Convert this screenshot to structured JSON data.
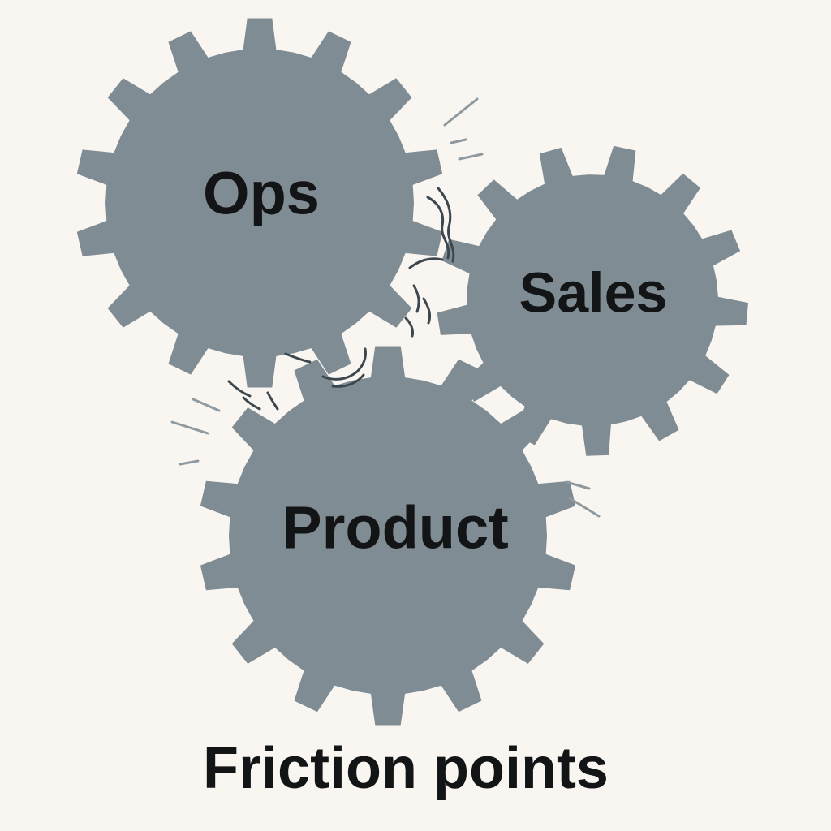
{
  "gears": {
    "ops": {
      "label": "Ops"
    },
    "sales": {
      "label": "Sales"
    },
    "product": {
      "label": "Product"
    }
  },
  "caption": "Friction points",
  "colors": {
    "background": "#f9f6f1",
    "gear": "#7f8c93",
    "text": "#121416",
    "friction_line": "#3d474e",
    "motion_mark": "#8e9aa0"
  }
}
